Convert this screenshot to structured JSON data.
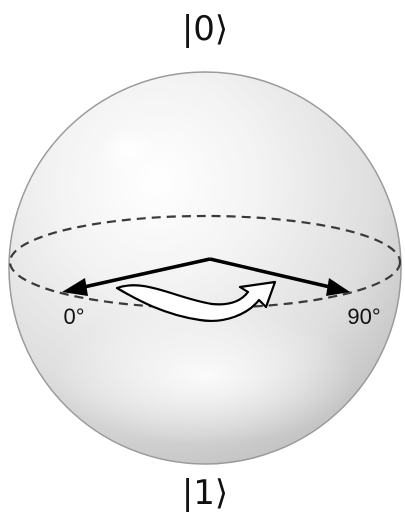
{
  "labels": {
    "top_state": "|0⟩",
    "bottom_state": "|1⟩",
    "angle_left": "0°",
    "angle_right": "90°"
  },
  "colors": {
    "sphere_fill_light": "#fbfbfb",
    "sphere_fill_dark": "#c9c9c9",
    "sphere_edge": "#9a9a9a",
    "equator": "#3a3a3a",
    "arrows": "#000000",
    "rotation_arrow_fill": "#ffffff"
  },
  "icons": {
    "rotation": "curved-rotation-arrow-icon"
  }
}
